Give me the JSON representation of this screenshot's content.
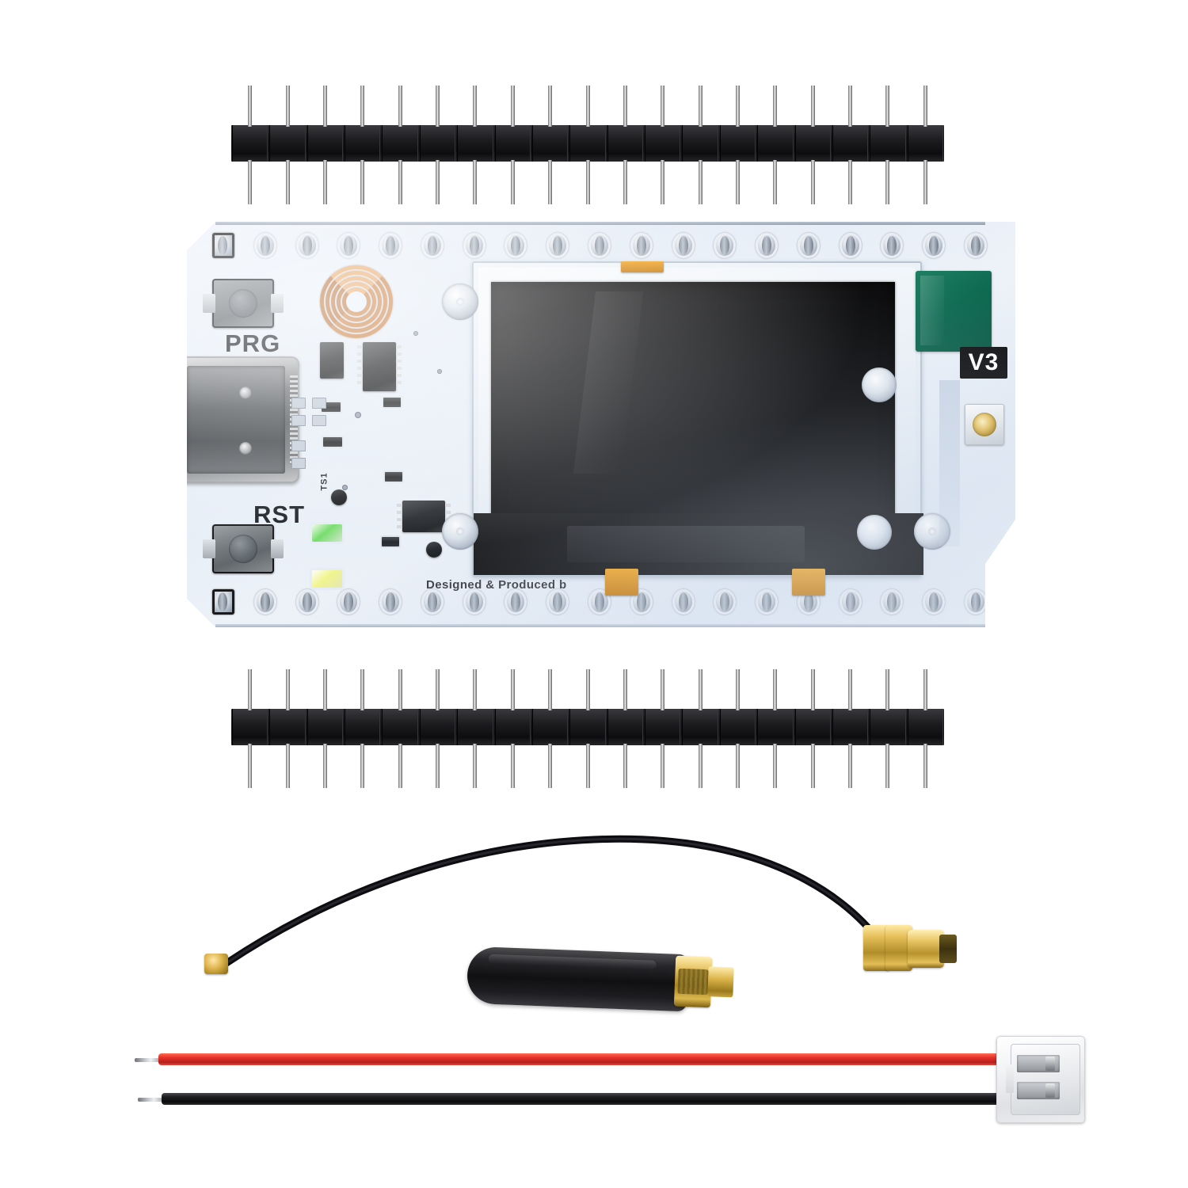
{
  "scene": {
    "background_color": "#ffffff",
    "subject": "Heltec WiFi LoRa 32 V3 development board kit product photo",
    "item_count": 5
  },
  "board": {
    "name": "lora-dev-board",
    "pcb_color": "#e9eff7",
    "silkscreen": {
      "prg_label": "PRG",
      "rst_label": "RST",
      "designed_text": "Designed & Produced b",
      "ts1_label": "TS1"
    },
    "version_label": {
      "text": "V3",
      "background_color": "#111214",
      "text_color": "#ffffff"
    },
    "green_sticker_color": "#0f6b52",
    "pad_holes_top": 19,
    "pad_holes_bottom": 19,
    "display": {
      "name": "oled-display",
      "panel_color": "#020203",
      "has_protective_film": true
    },
    "usb_port": {
      "type": "USB-C",
      "color": "#6e7175"
    },
    "antenna_socket": {
      "type": "U.FL / IPEX",
      "contact_color": "#e7c463"
    },
    "coil_color": "#c87b3a",
    "led_green_color": "#6fdc63",
    "led_white_color": "#f2f58a"
  },
  "pin_headers": [
    {
      "name": "pin-header-top",
      "pin_count": 19,
      "body_color": "#17171a",
      "pin_color": "#c9c9ca"
    },
    {
      "name": "pin-header-bottom",
      "pin_count": 19,
      "body_color": "#17171a",
      "pin_color": "#c9c9ca"
    }
  ],
  "pigtail_cable": {
    "name": "ipex-to-sma-pigtail",
    "cable_color": "#0d0d11",
    "left_connector": "U.FL / IPEX male plug",
    "right_connector": "SMA female bulkhead with nut",
    "connector_color": "#e0b752"
  },
  "stubby_antenna": {
    "name": "stubby-rubber-antenna",
    "body_color": "#101012",
    "connector": "SMA male",
    "connector_color": "#e5c161"
  },
  "battery_cable": {
    "name": "jst-battery-cable",
    "wires": [
      {
        "color_name": "red",
        "color": "#e8322a",
        "tip": "tinned bare wire"
      },
      {
        "color_name": "black",
        "color": "#0b0b0d",
        "tip": "tinned bare wire"
      }
    ],
    "connector": {
      "type": "JST 2-pin",
      "housing_color": "#ffffff",
      "pin_count": 2
    }
  }
}
